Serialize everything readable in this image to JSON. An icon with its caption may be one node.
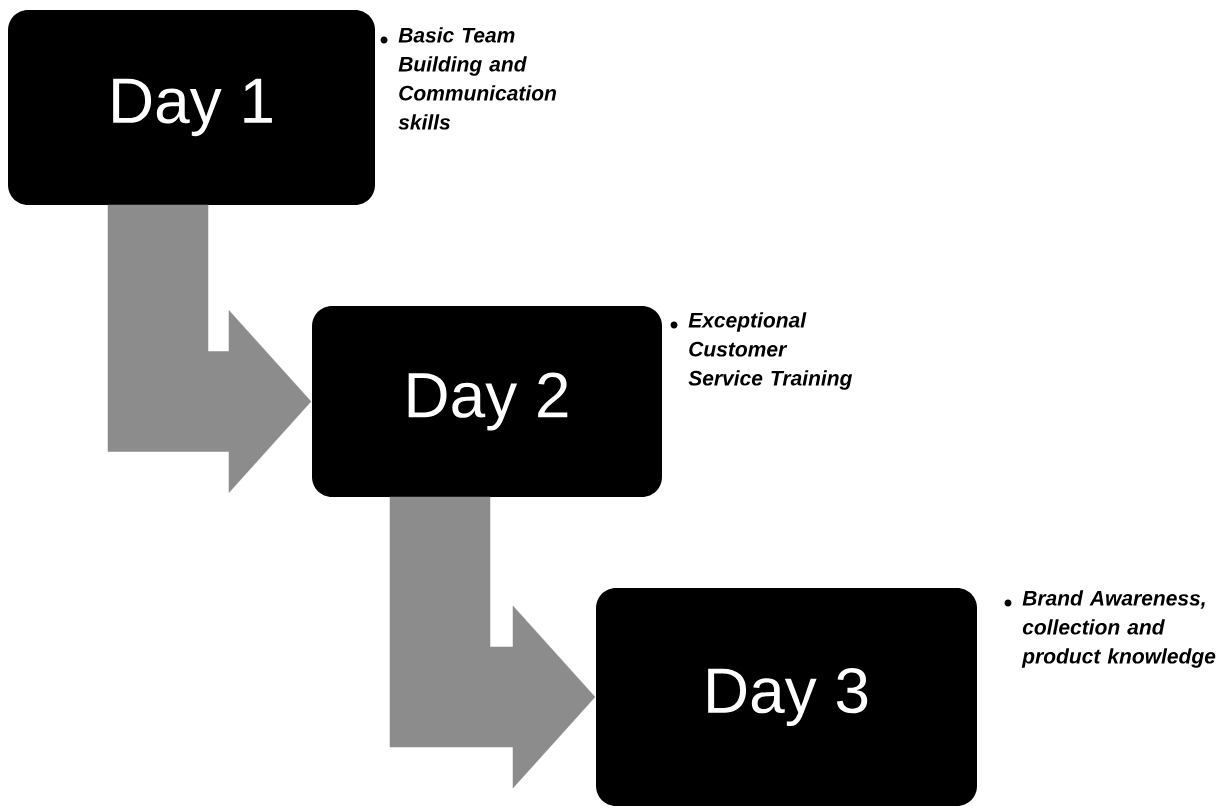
{
  "diagram": {
    "nodes": [
      {
        "text": [
          "Day 1"
        ],
        "beside": [
          "Basic Team Building and Communication skills"
        ]
      },
      {
        "text": [
          "Day 2"
        ],
        "beside": [
          "Exceptional Customer Service Training"
        ]
      },
      {
        "text": [
          "Day 3"
        ],
        "beside": [
          "Brand Awareness, collection and product knowledge"
        ]
      }
    ],
    "edges": [
      {
        "from": 0,
        "to": 1,
        "arrow": "to"
      },
      {
        "from": 1,
        "to": 2,
        "arrow": "to"
      }
    ]
  }
}
